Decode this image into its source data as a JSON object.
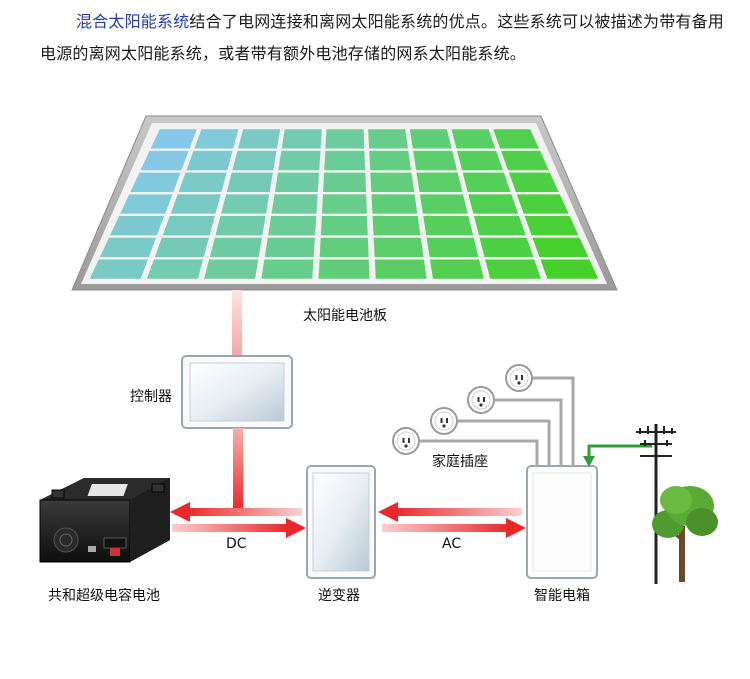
{
  "intro": {
    "highlight": "混合太阳能系统",
    "text": "结合了电网连接和离网太阳能系统的优点。这些系统可以被描述为带有备用电源的离网太阳能系统，或者带有额外电池存储的网系太阳能系统。"
  },
  "labels": {
    "solar_panel": "太阳能电池板",
    "controller": "控制器",
    "battery": "共和超级电容电池",
    "inverter": "逆变器",
    "smart_box": "智能电箱",
    "outlets": "家庭插座",
    "dc": "DC",
    "ac": "AC"
  },
  "colors": {
    "highlight": "#1f3fa8",
    "arrow_red": "#e8282a",
    "grid_green": "#2f9e3a",
    "panel_blue": "#7fc4e6",
    "panel_green": "#4fcf2c"
  },
  "icons": [
    "outlet-icon",
    "power-pole-icon",
    "tree-icon",
    "battery-icon"
  ]
}
